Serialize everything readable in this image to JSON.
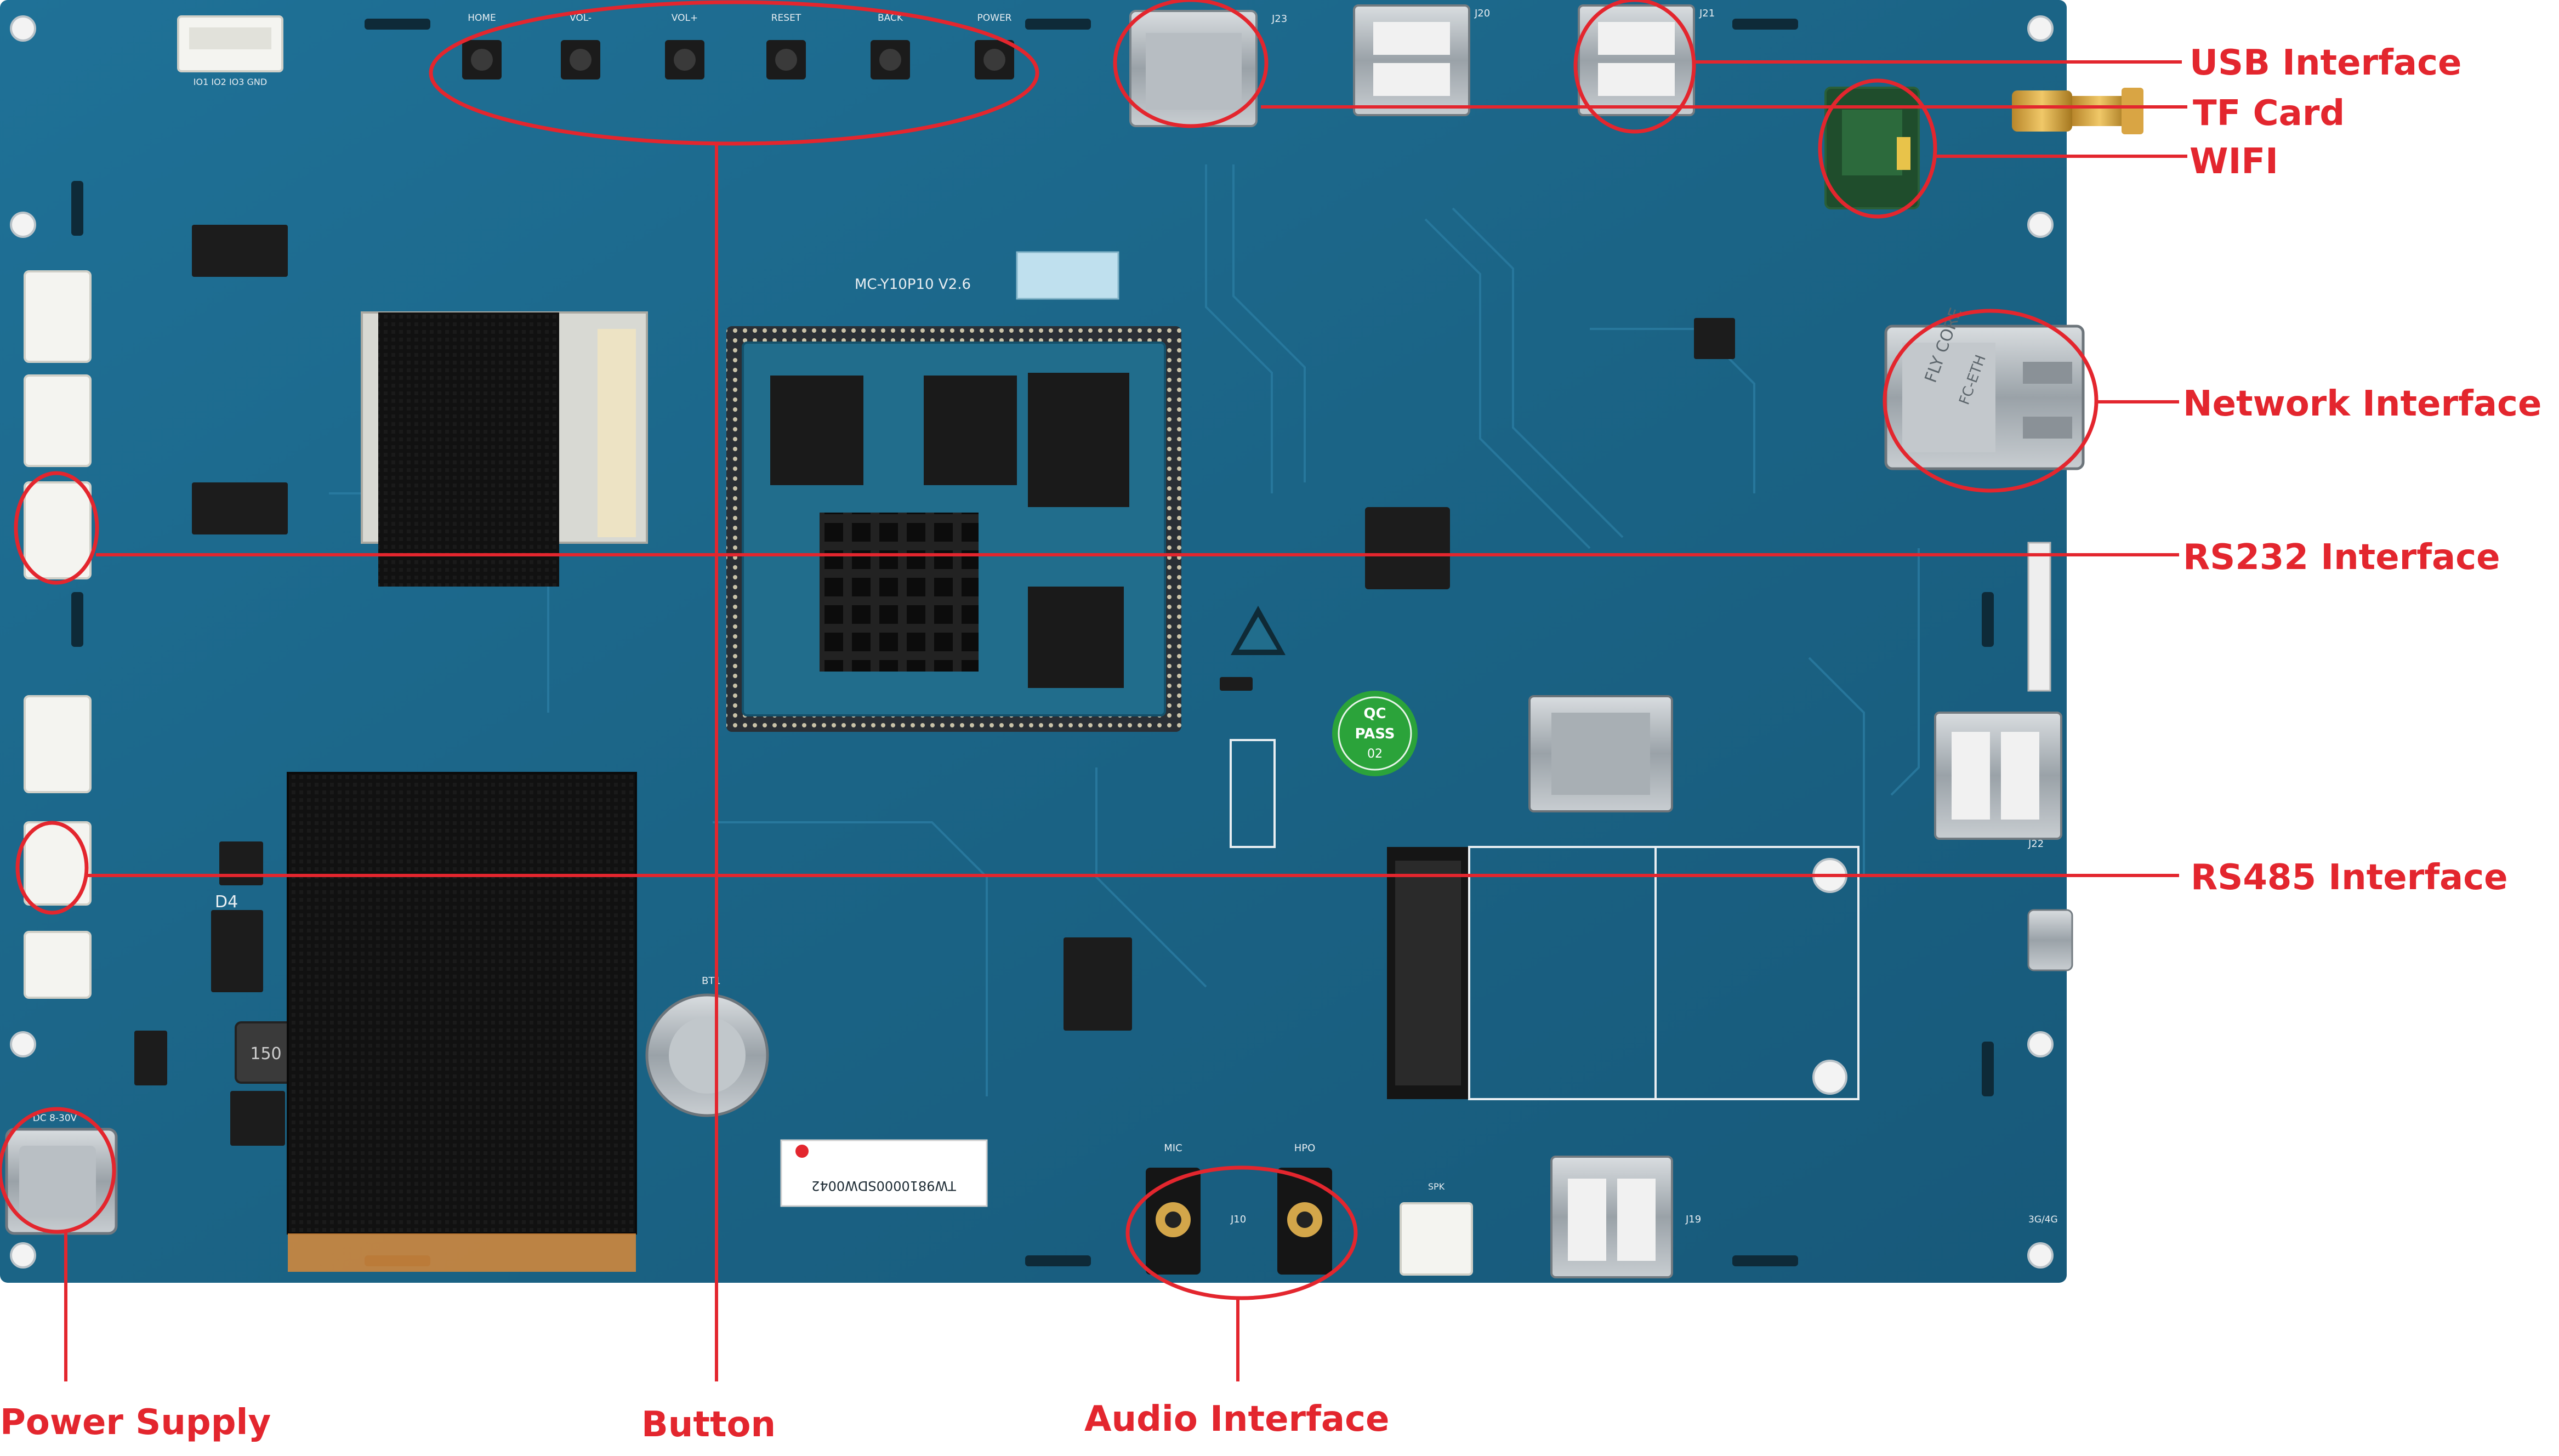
{
  "labels": {
    "usb": "USB Interface",
    "tf": "TF Card",
    "wifi": "WIFI",
    "network": "Network Interface",
    "rs232": "RS232 Interface",
    "rs485": "RS485 Interface",
    "power": "Power Supply",
    "button": "Button",
    "audio": "Audio Interface"
  },
  "silkscreen": {
    "buttons": [
      "HOME",
      "VOL-",
      "VOL+",
      "RESET",
      "BACK",
      "POWER"
    ],
    "board_model": "MC-Y10P10 V2.6",
    "dc_input": "DC 8-30V",
    "qc_line1": "QC",
    "qc_line2": "PASS",
    "qc_line3": "02",
    "barcode_text": "TW9810000SDW0042",
    "mic": "MIC",
    "hpo": "HPO",
    "spk": "SPK",
    "io_header": "IO1 IO2 IO3 GND",
    "module_mark": "FLY CORE",
    "eth_mark": "FC-ETH",
    "inductor": "150",
    "ref_j23": "J23",
    "ref_j20": "J20",
    "ref_j21": "J21",
    "ref_j10": "J10",
    "ref_j19": "J19",
    "ref_j22": "J22",
    "ref_d4": "D4",
    "ref_bt1": "BT1",
    "mod_3g4g": "3G/4G"
  },
  "colors": {
    "board": "#1d6a8c",
    "annotation": "#e3262e",
    "silkscreen": "#e8eef2"
  }
}
